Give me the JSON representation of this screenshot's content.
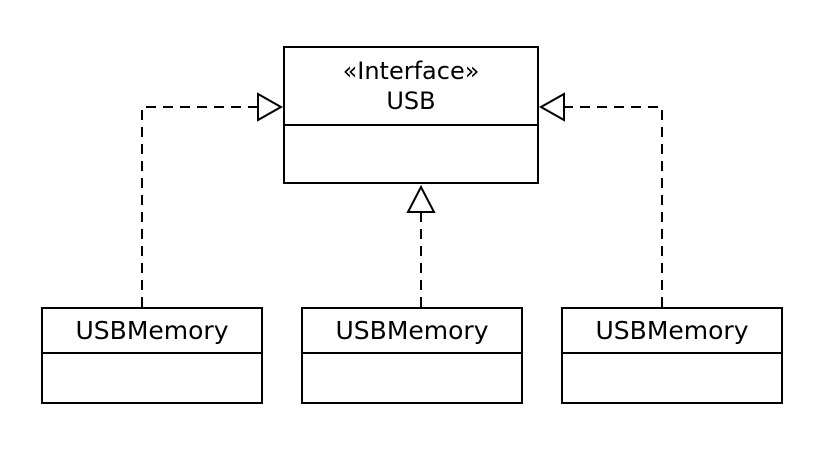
{
  "diagram": {
    "type": "uml-class-diagram",
    "background_color": "#ffffff",
    "stroke_color": "#000000",
    "interface": {
      "stereotype": "«Interface»",
      "name": "USB",
      "attributes_compartment": ""
    },
    "classes": [
      {
        "name": "USBMemory",
        "attributes_compartment": ""
      },
      {
        "name": "USBMemory",
        "attributes_compartment": ""
      },
      {
        "name": "USBMemory",
        "attributes_compartment": ""
      }
    ],
    "relations": [
      {
        "type": "realization",
        "from": "USBMemory (left)",
        "to": "USB",
        "style": "dashed, hollow triangle at interface left side"
      },
      {
        "type": "realization",
        "from": "USBMemory (middle)",
        "to": "USB",
        "style": "dashed, hollow triangle at interface bottom"
      },
      {
        "type": "realization",
        "from": "USBMemory (right)",
        "to": "USB",
        "style": "dashed, hollow triangle at interface right side"
      }
    ]
  }
}
